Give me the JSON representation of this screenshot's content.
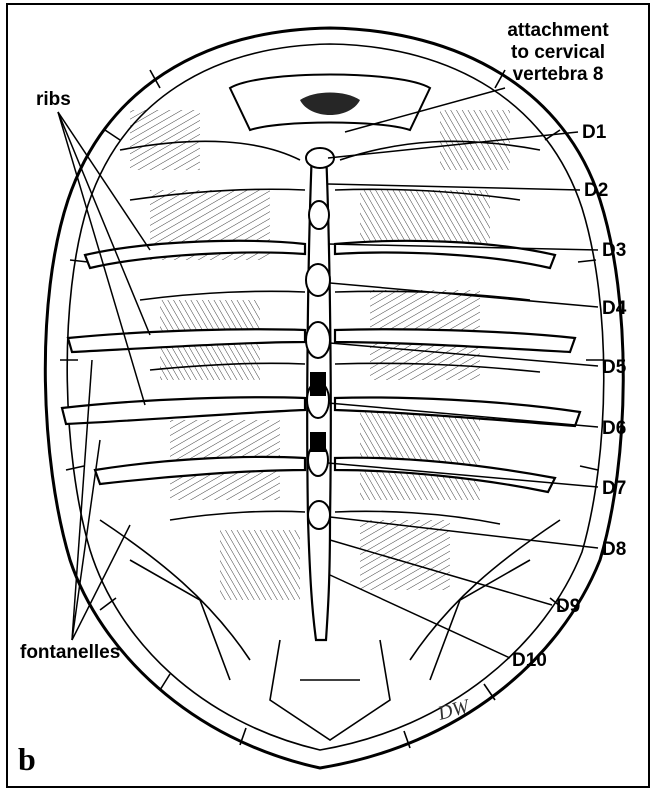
{
  "figure": {
    "panel_letter": "b",
    "artist_signature": "DW"
  },
  "labels": {
    "attachment": [
      "attachment",
      "to cervical",
      "vertebra 8"
    ],
    "ribs": "ribs",
    "fontanelles": "fontanelles",
    "vertebrae": [
      "D1",
      "D2",
      "D3",
      "D4",
      "D5",
      "D6",
      "D7",
      "D8",
      "D9",
      "D10"
    ]
  }
}
